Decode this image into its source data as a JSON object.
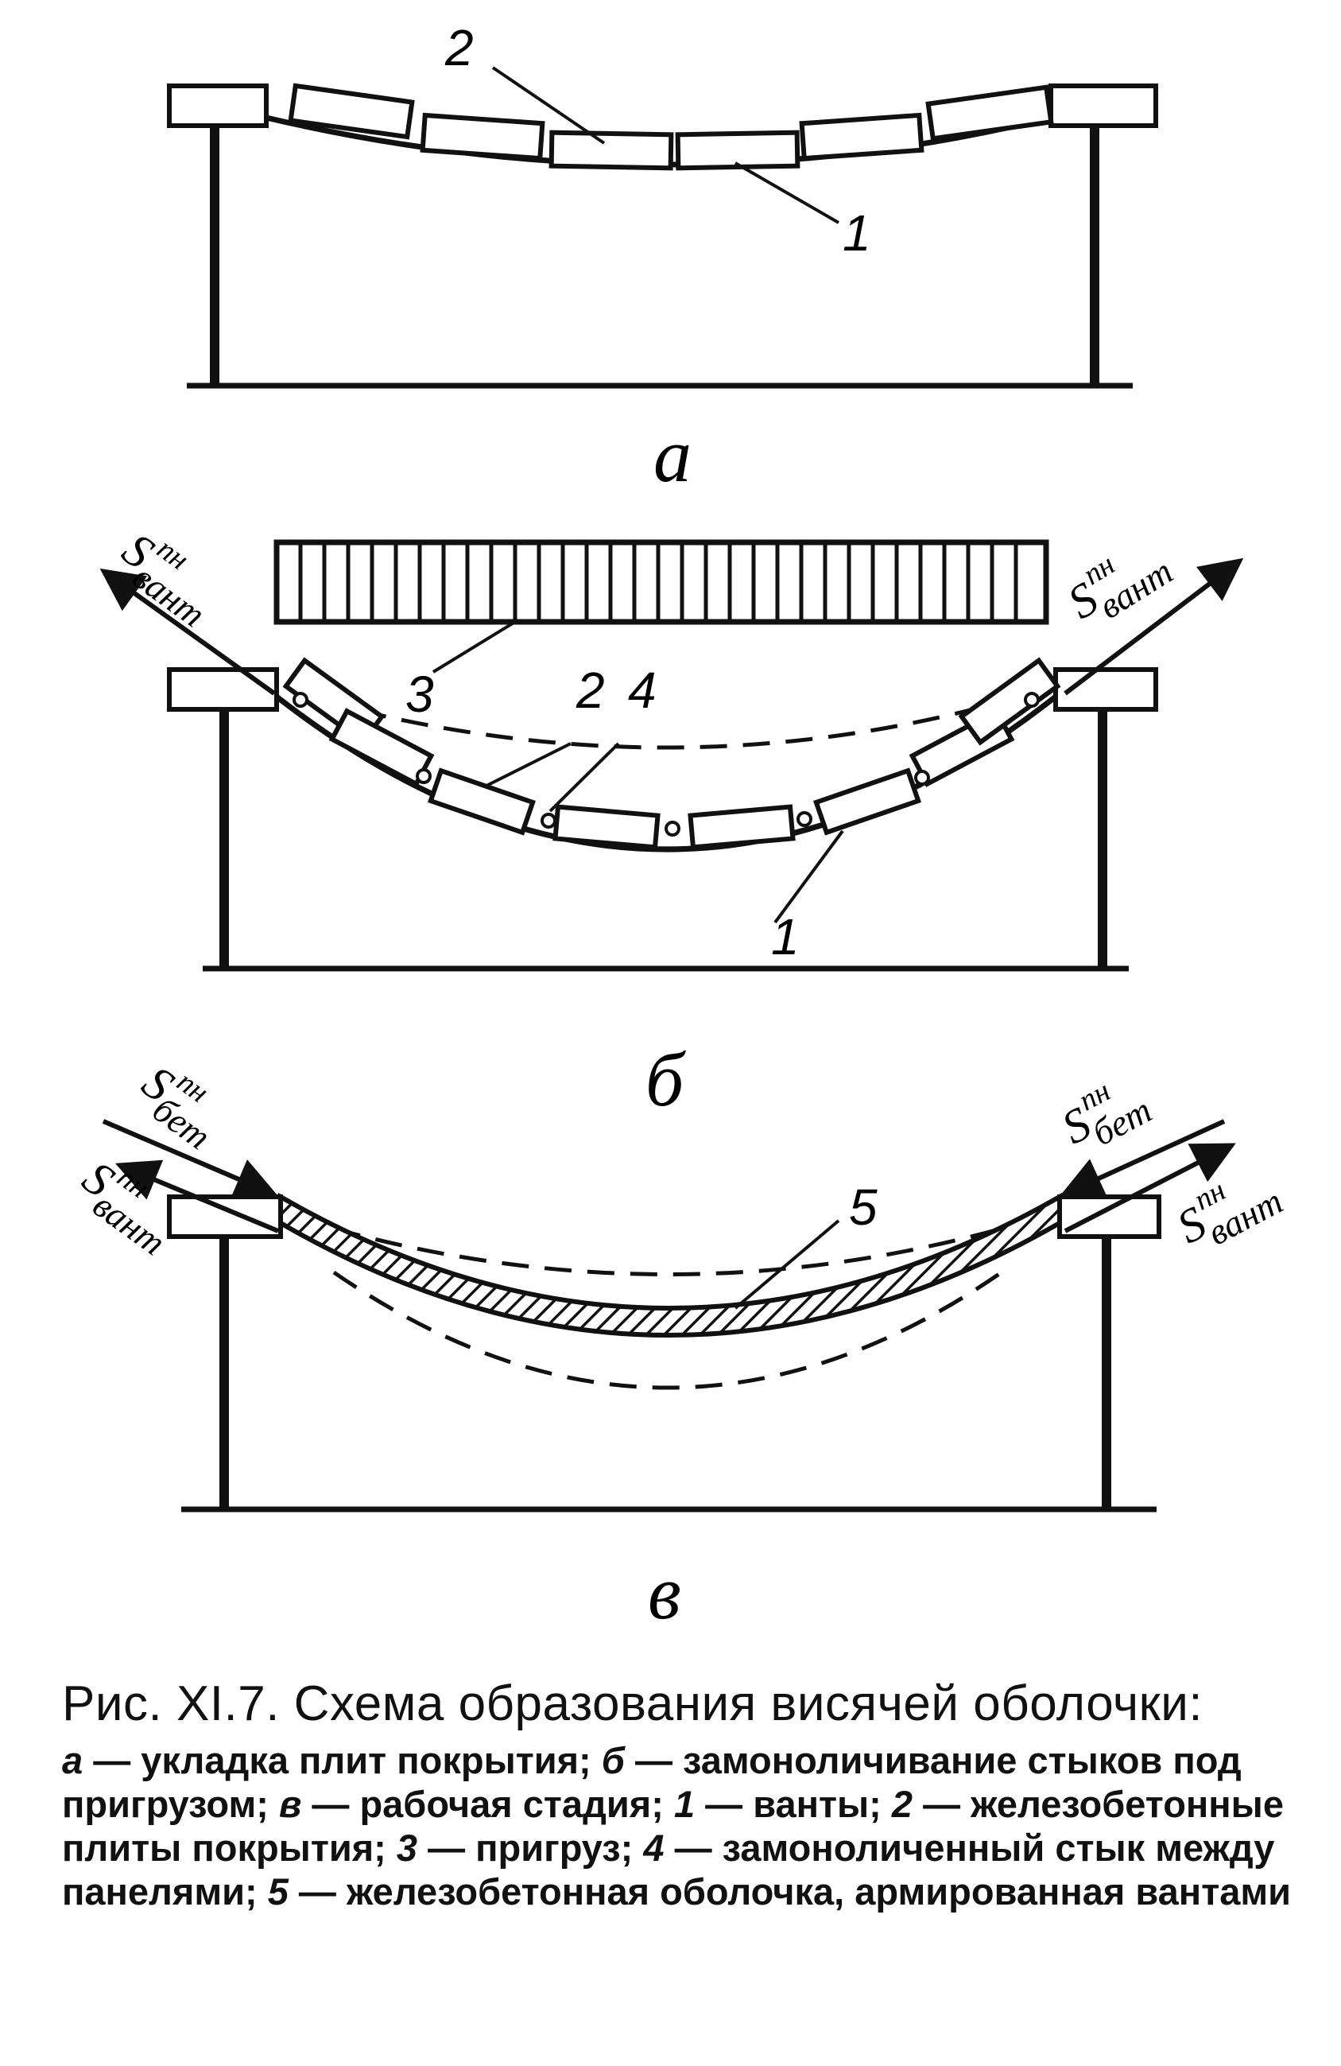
{
  "diagram": {
    "panel_a": {
      "label": "а",
      "callout_plates": "2",
      "callout_cables": "1"
    },
    "panel_b": {
      "label": "б",
      "callout_load": "3",
      "callout_plates": "2",
      "callout_joint": "4",
      "callout_cables": "1",
      "force_left": {
        "sym": "S",
        "sup": "пн",
        "sub": "вант"
      },
      "force_right": {
        "sym": "S",
        "sup": "пн",
        "sub": "вант"
      }
    },
    "panel_c": {
      "label": "в",
      "callout_shell": "5",
      "force_left_top": {
        "sym": "S",
        "sup": "пн",
        "sub": "бет"
      },
      "force_left_bottom": {
        "sym": "S",
        "sup": "пн",
        "sub": "вант"
      },
      "force_right_top": {
        "sym": "S",
        "sup": "пн",
        "sub": "бет"
      },
      "force_right_bottom": {
        "sym": "S",
        "sup": "пн",
        "sub": "вант"
      }
    }
  },
  "caption": {
    "title": "Рис. XI.7. Схема образования висячей оболоч­ки:",
    "items": [
      {
        "key": "а",
        "text": " — укладка плит покрытия; "
      },
      {
        "key": "б",
        "text": " — замоноличивание сты­ков под пригрузом; "
      },
      {
        "key": "в",
        "text": " — рабочая стадия; "
      },
      {
        "key": "1",
        "text": " — ванты; "
      },
      {
        "key": "2",
        "text": " — железобетонные плиты покрытия; "
      },
      {
        "key": "3",
        "text": " — пригруз; "
      },
      {
        "key": "4",
        "text": " — замоноличенный стык между панелями; "
      },
      {
        "key": "5",
        "text": " — железо­бетонная оболочка, армированная вантами"
      }
    ]
  }
}
